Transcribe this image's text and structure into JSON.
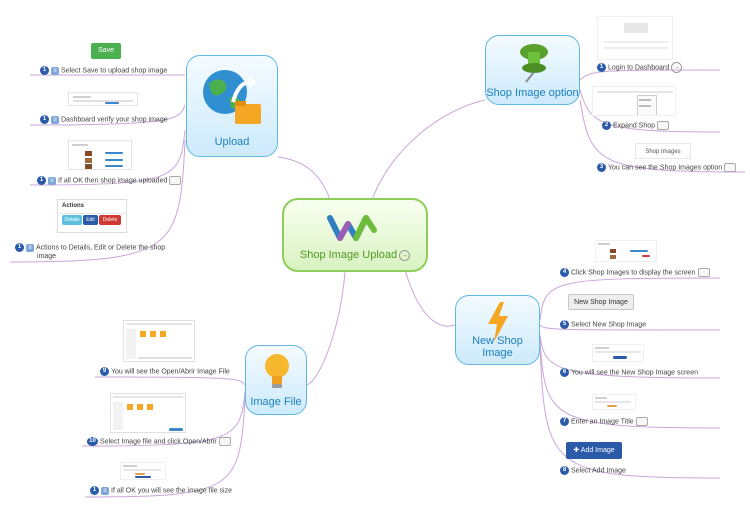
{
  "central": {
    "title": "Shop Image Upload"
  },
  "topics": {
    "upload": "Upload",
    "shop_option": "Shop Image option",
    "new_shop": "New Shop Image",
    "image_file": "Image File"
  },
  "upload_leaves": {
    "save_btn": "Save",
    "l1": "Select Save to upload shop image",
    "l2": "Dashboard verify your shop image",
    "l3": "If all OK then shop image uploaded",
    "actions_title": "Actions",
    "details": "Details",
    "edit": "Edit",
    "delete": "Delete",
    "l4a": "Actions to Details, Edit or Delete the shop",
    "l4b": "image"
  },
  "option_leaves": {
    "l1": "Login to Dashboard",
    "l2": "Expand Shop",
    "shop_images_btn": "Shop Images",
    "l3": "You can see the Shop Images option"
  },
  "new_leaves": {
    "l4": "Click Shop Images to display the screen",
    "new_btn": "New Shop Image",
    "l5": "Select New Shop Image",
    "l6": "You will see the New Shop Image screen",
    "l7": "Enter an Image Title",
    "add_btn": "Add Image",
    "l8": "Select Add Image"
  },
  "file_leaves": {
    "l9": "You will see the Open/Abrir Image File",
    "l10": "Select Image file and click Open/Abrir",
    "l11": "If all OK you will see the image file size"
  },
  "numbers": {
    "n1": "1",
    "n2": "2",
    "n3": "3",
    "n4": "4",
    "n5": "5",
    "n6": "6",
    "n7": "7",
    "n8": "8",
    "n9": "9",
    "n10": "10"
  },
  "colors": {
    "topic_border": "#5fb6e3",
    "central_border": "#8fcd5a",
    "wire": "#c9a6d8",
    "number_badge": "#2a5aa8"
  }
}
